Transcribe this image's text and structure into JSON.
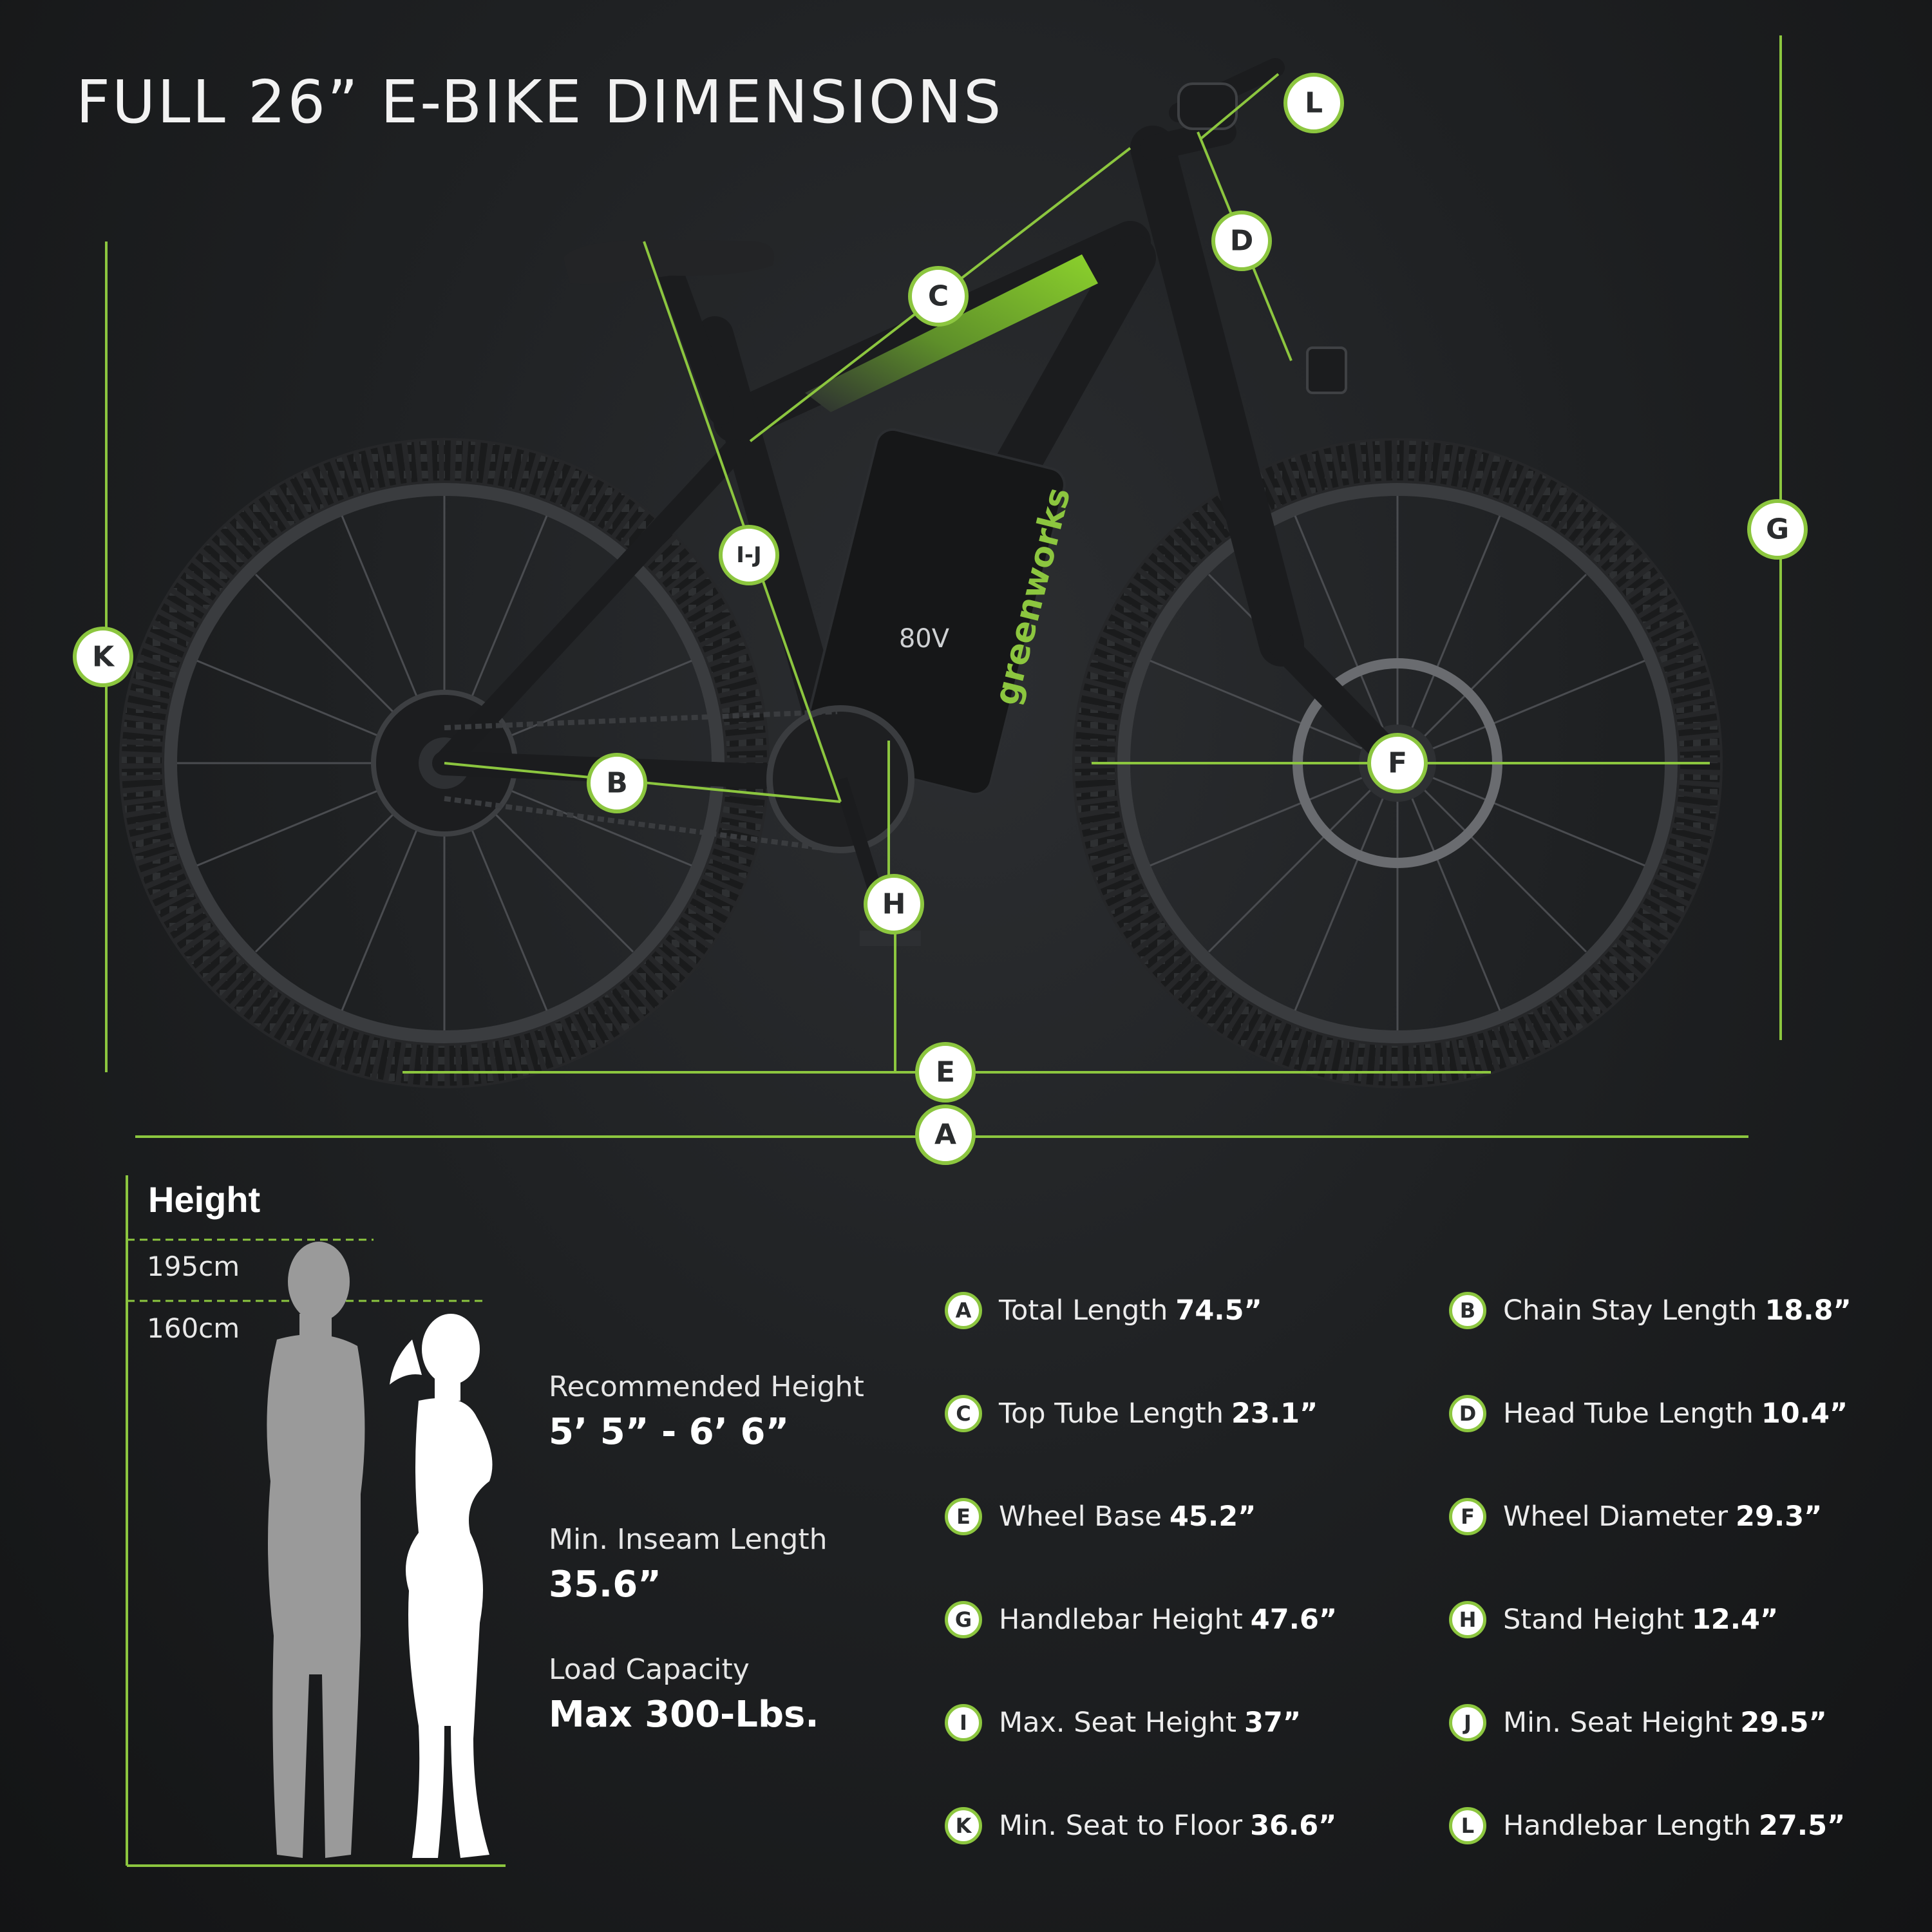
{
  "title": "FULL 26” E-BIKE DIMENSIONS",
  "brand": "greenworks",
  "battery_label": "80V",
  "accent_color": "#8cc63f",
  "callouts": {
    "A": "A",
    "B": "B",
    "C": "C",
    "D": "D",
    "E": "E",
    "F": "F",
    "G": "G",
    "H": "H",
    "IJ": "I-J",
    "K": "K",
    "L": "L"
  },
  "height_chart": {
    "title": "Height",
    "marks": [
      "195cm",
      "160cm"
    ]
  },
  "stats": [
    {
      "label": "Recommended Height",
      "value": "5’ 5” - 6’ 6”"
    },
    {
      "label": "Min. Inseam Length",
      "value": "35.6”"
    },
    {
      "label": "Load Capacity",
      "value": "Max 300-Lbs."
    }
  ],
  "specs": [
    {
      "letter": "A",
      "label": "Total Length",
      "value": "74.5”"
    },
    {
      "letter": "B",
      "label": "Chain Stay Length",
      "value": "18.8”"
    },
    {
      "letter": "C",
      "label": "Top Tube Length",
      "value": "23.1”"
    },
    {
      "letter": "D",
      "label": "Head Tube Length",
      "value": "10.4”"
    },
    {
      "letter": "E",
      "label": "Wheel Base",
      "value": "45.2”"
    },
    {
      "letter": "F",
      "label": "Wheel Diameter",
      "value": "29.3”"
    },
    {
      "letter": "G",
      "label": "Handlebar Height",
      "value": "47.6”"
    },
    {
      "letter": "H",
      "label": "Stand Height",
      "value": "12.4”"
    },
    {
      "letter": "I",
      "label": "Max. Seat Height",
      "value": "37”"
    },
    {
      "letter": "J",
      "label": "Min. Seat Height",
      "value": "29.5”"
    },
    {
      "letter": "K",
      "label": "Min. Seat to Floor",
      "value": "36.6”"
    },
    {
      "letter": "L",
      "label": "Handlebar Length",
      "value": "27.5”"
    }
  ]
}
